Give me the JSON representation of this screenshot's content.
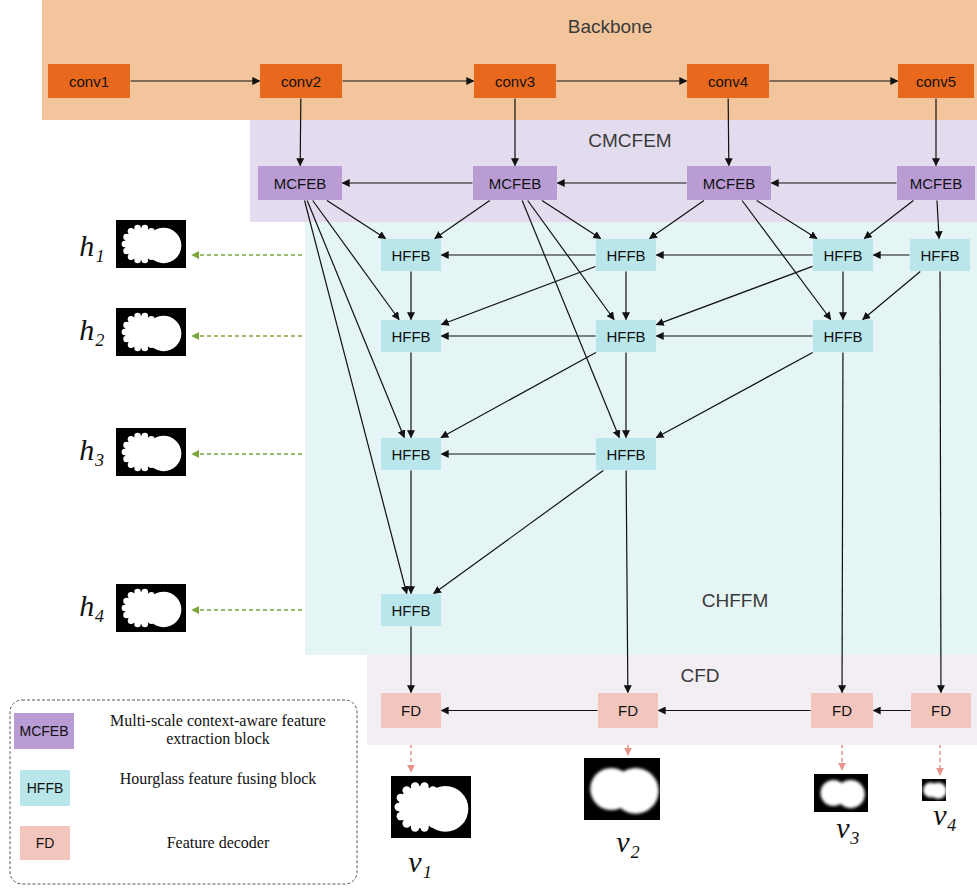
{
  "diagram": {
    "nodes": [
      {
        "text": [
          "Backbone"
        ]
      },
      {
        "text": [
          "conv1"
        ],
        "in": 0
      },
      {
        "text": [
          "conv2"
        ],
        "in": 0
      },
      {
        "text": [
          "conv3"
        ],
        "in": 0
      },
      {
        "text": [
          "conv4"
        ],
        "in": 0
      },
      {
        "text": [
          "conv5"
        ],
        "in": 0
      },
      {
        "text": [
          "CMCFEM"
        ]
      },
      {
        "text": [
          "MCFEB"
        ],
        "in": 6
      },
      {
        "text": [
          "MCFEB"
        ],
        "in": 6
      },
      {
        "text": [
          "MCFEB"
        ],
        "in": 6
      },
      {
        "text": [
          "MCFEB"
        ],
        "in": 6
      },
      {
        "text": [
          "CHFFM"
        ]
      },
      {
        "text": [
          "HFFB"
        ],
        "in": 11
      },
      {
        "text": [
          "HFFB"
        ],
        "in": 11
      },
      {
        "text": [
          "HFFB"
        ],
        "in": 11
      },
      {
        "text": [
          "HFFB"
        ],
        "in": 11
      },
      {
        "text": [
          "HFFB"
        ],
        "in": 11
      },
      {
        "text": [
          "HFFB"
        ],
        "in": 11
      },
      {
        "text": [
          "HFFB"
        ],
        "in": 11
      },
      {
        "text": [
          "HFFB"
        ],
        "in": 11
      },
      {
        "text": [
          "HFFB"
        ],
        "in": 11
      },
      {
        "text": [
          "HFFB"
        ],
        "in": 11
      },
      {
        "text": [
          "CFD"
        ]
      },
      {
        "text": [
          "FD"
        ],
        "in": 22
      },
      {
        "text": [
          "FD"
        ],
        "in": 22
      },
      {
        "text": [
          "FD"
        ],
        "in": 22
      },
      {
        "text": [
          "FD"
        ],
        "in": 22
      }
    ],
    "edges": [
      {
        "from": 1,
        "to": 2,
        "arrow": "to"
      },
      {
        "from": 2,
        "to": 3,
        "arrow": "to"
      },
      {
        "from": 3,
        "to": 4,
        "arrow": "to"
      },
      {
        "from": 4,
        "to": 5,
        "arrow": "to"
      },
      {
        "from": 2,
        "to": 7,
        "arrow": "to"
      },
      {
        "from": 3,
        "to": 8,
        "arrow": "to"
      },
      {
        "from": 4,
        "to": 9,
        "arrow": "to"
      },
      {
        "from": 5,
        "to": 10,
        "arrow": "to"
      },
      {
        "from": 10,
        "to": 9,
        "arrow": "to"
      },
      {
        "from": 9,
        "to": 8,
        "arrow": "to"
      },
      {
        "from": 8,
        "to": 7,
        "arrow": "to"
      },
      {
        "from": 7,
        "to": 12,
        "arrow": "to"
      },
      {
        "from": 7,
        "to": 16,
        "arrow": "to"
      },
      {
        "from": 7,
        "to": 19,
        "arrow": "to"
      },
      {
        "from": 7,
        "to": 21,
        "arrow": "to"
      },
      {
        "from": 8,
        "to": 12,
        "arrow": "to"
      },
      {
        "from": 8,
        "to": 13,
        "arrow": "to"
      },
      {
        "from": 8,
        "to": 17,
        "arrow": "to"
      },
      {
        "from": 8,
        "to": 20,
        "arrow": "to"
      },
      {
        "from": 9,
        "to": 13,
        "arrow": "to"
      },
      {
        "from": 9,
        "to": 14,
        "arrow": "to"
      },
      {
        "from": 9,
        "to": 18,
        "arrow": "to"
      },
      {
        "from": 10,
        "to": 14,
        "arrow": "to"
      },
      {
        "from": 10,
        "to": 15,
        "arrow": "to"
      },
      {
        "from": 15,
        "to": 14,
        "arrow": "to"
      },
      {
        "from": 14,
        "to": 13,
        "arrow": "to"
      },
      {
        "from": 13,
        "to": 12,
        "arrow": "to"
      },
      {
        "from": 18,
        "to": 17,
        "arrow": "to"
      },
      {
        "from": 17,
        "to": 16,
        "arrow": "to"
      },
      {
        "from": 20,
        "to": 19,
        "arrow": "to"
      },
      {
        "from": 12,
        "to": 16,
        "arrow": "to"
      },
      {
        "from": 16,
        "to": 19,
        "arrow": "to"
      },
      {
        "from": 19,
        "to": 21,
        "arrow": "to"
      },
      {
        "from": 13,
        "to": 17,
        "arrow": "to"
      },
      {
        "from": 17,
        "to": 20,
        "arrow": "to"
      },
      {
        "from": 14,
        "to": 18,
        "arrow": "to"
      },
      {
        "from": 13,
        "to": 16,
        "arrow": "to"
      },
      {
        "from": 14,
        "to": 17,
        "arrow": "to"
      },
      {
        "from": 15,
        "to": 18,
        "arrow": "to"
      },
      {
        "from": 17,
        "to": 19,
        "arrow": "to"
      },
      {
        "from": 18,
        "to": 20,
        "arrow": "to"
      },
      {
        "from": 20,
        "to": 21,
        "arrow": "to"
      },
      {
        "from": 21,
        "to": 23,
        "arrow": "to"
      },
      {
        "from": 20,
        "to": 24,
        "arrow": "to"
      },
      {
        "from": 18,
        "to": 25,
        "arrow": "to"
      },
      {
        "from": 15,
        "to": 26,
        "arrow": "to"
      },
      {
        "from": 26,
        "to": 25,
        "arrow": "to"
      },
      {
        "from": 25,
        "to": 24,
        "arrow": "to"
      },
      {
        "from": 24,
        "to": 23,
        "arrow": "to"
      }
    ],
    "labels": [
      "h₁",
      "h₂",
      "h₃",
      "h₄",
      "v₁",
      "v₂",
      "v₃",
      "v₄",
      "MCFEB",
      "HFFB",
      "FD"
    ],
    "legend": [
      {
        "text": "Multi-scale context-aware feature extraction block",
        "color": "#b89cd3"
      },
      {
        "text": "Hourglass feature fusing block",
        "color": "#b9e6ea"
      },
      {
        "text": "Feature decoder",
        "color": "#f3c6bd"
      }
    ]
  }
}
